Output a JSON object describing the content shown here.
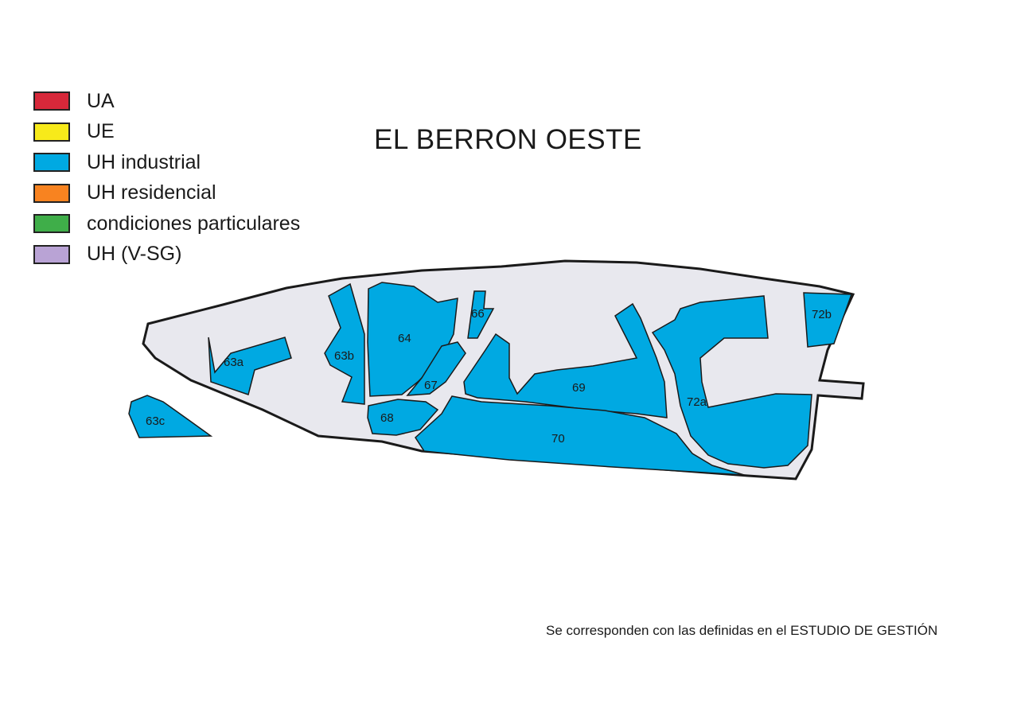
{
  "title": "EL BERRON OESTE",
  "footnote": "Se corresponden con las definidas en el ESTUDIO DE GESTIÓN",
  "legend": [
    {
      "label": "UA",
      "color": "#d7283a"
    },
    {
      "label": "UE",
      "color": "#f7ea1a"
    },
    {
      "label": "UH industrial",
      "color": "#00a9e2"
    },
    {
      "label": "UH residencial",
      "color": "#f88320"
    },
    {
      "label": "condiciones particulares",
      "color": "#3fae49"
    },
    {
      "label": "UH (V-SG)",
      "color": "#b9a3d5"
    }
  ],
  "colors": {
    "zone_fill": "#00a9e2",
    "base_fill": "#e8e8ee",
    "outline": "#1a1a1a"
  },
  "plots": {
    "p63a": "63a",
    "p63b": "63b",
    "p63c": "63c",
    "p64": "64",
    "p66": "66",
    "p67": "67",
    "p68": "68",
    "p69": "69",
    "p70": "70",
    "p72a": "72a",
    "p72b": "72b"
  }
}
